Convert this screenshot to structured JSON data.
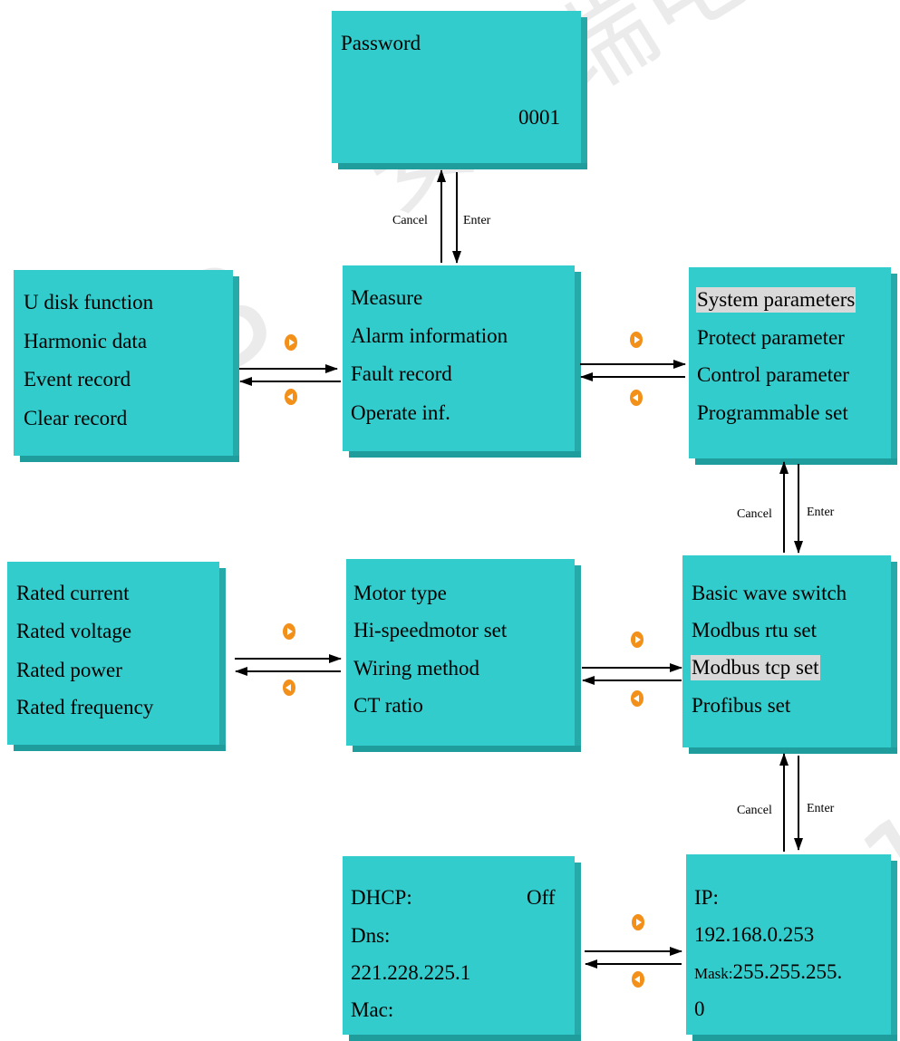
{
  "password_screen": {
    "title": "Password",
    "value": "0001"
  },
  "main_menu": [
    "Measure",
    "Alarm information",
    "Fault record",
    "Operate inf."
  ],
  "record_menu": [
    "U disk function",
    "Harmonic data",
    "Event record",
    "Clear record"
  ],
  "param_menu": [
    "System parameters",
    "Protect parameter",
    "Control parameter",
    "Programmable set"
  ],
  "comm_menu": [
    "Basic wave switch",
    "Modbus rtu set",
    "Modbus tcp set",
    "Profibus set"
  ],
  "motor_menu": [
    "Motor type",
    "Hi-speedmotor set",
    "Wiring method",
    "CT ratio"
  ],
  "rated_menu": [
    "Rated current",
    "Rated voltage",
    "Rated power",
    "Rated frequency"
  ],
  "network_screen": {
    "dhcp_label": "DHCP:",
    "dhcp_value": "Off",
    "dns_label": "Dns:",
    "dns_value": "221.228.225.1",
    "mac_label": "Mac:"
  },
  "ip_screen": {
    "ip_label": "IP:",
    "ip_value": "192.168.0.253",
    "mask_prefix": "Mask:",
    "mask_value": "255.255.255.",
    "mask_tail": "0"
  },
  "labels": {
    "cancel": "Cancel",
    "enter": "Enter"
  },
  "colors": {
    "screen": "#33CCCC",
    "button": "#F39019"
  }
}
